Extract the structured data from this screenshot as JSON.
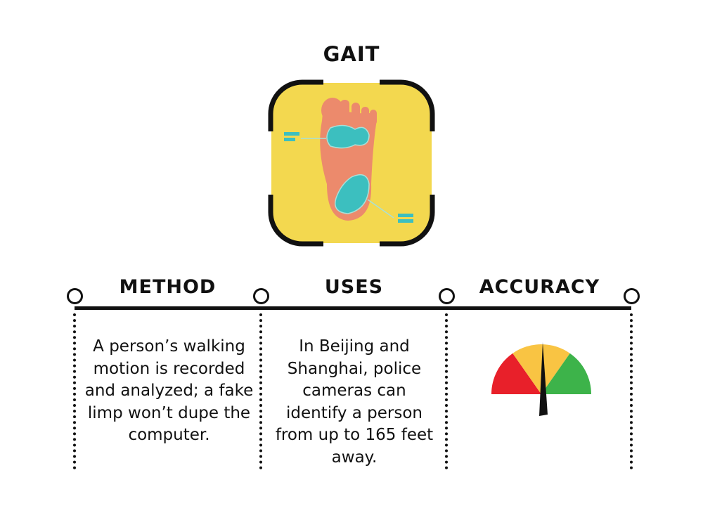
{
  "title": "GAIT",
  "icon": "foot-sensor-icon",
  "columns": [
    {
      "heading": "METHOD",
      "text": "A person’s walking motion is recorded and analyzed; a fake limp won’t dupe the computer."
    },
    {
      "heading": "USES",
      "text": "In Beijing and Shanghai, police cameras can identify a person from up to 165 feet away."
    },
    {
      "heading": "ACCURACY",
      "gauge": {
        "needle_fraction": 0.5,
        "zones": [
          "low",
          "medium",
          "high"
        ]
      }
    }
  ],
  "colors": {
    "background_tile": "#f3d84f",
    "foot": "#ec8a6c",
    "pads": "#3cbfbf",
    "gauge_red": "#e8202a",
    "gauge_yellow": "#f9c443",
    "gauge_green": "#3db34a",
    "ink": "#111111"
  }
}
